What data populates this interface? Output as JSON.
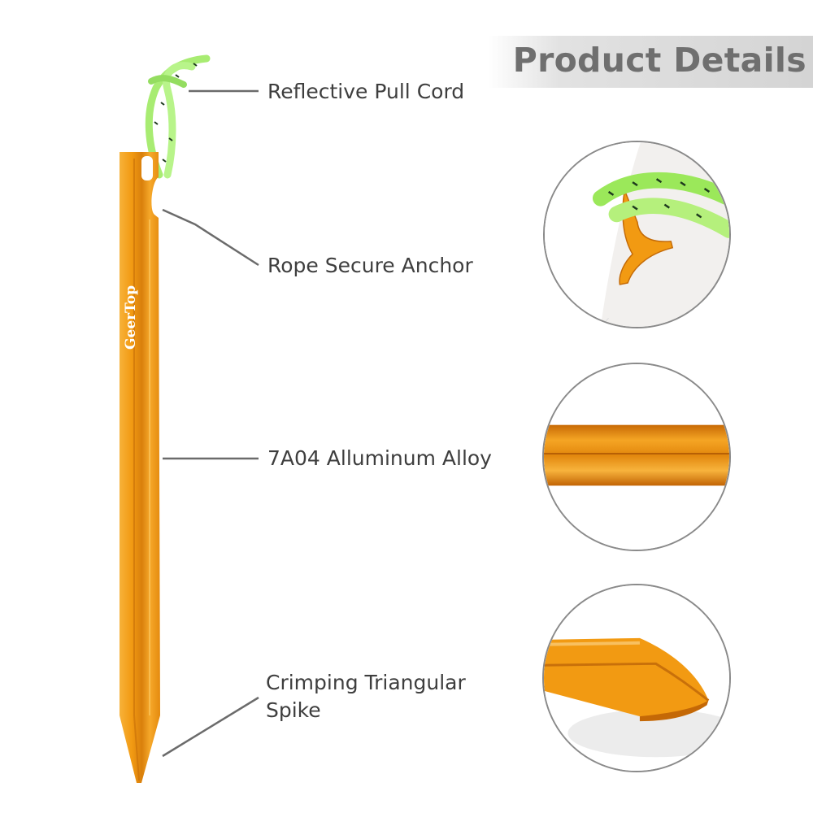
{
  "header": {
    "title": "Product Details"
  },
  "product": {
    "brand": "GeerTop"
  },
  "callouts": [
    {
      "label": "Reflective Pull Cord"
    },
    {
      "label": "Rope Secure Anchor"
    },
    {
      "label": "7A04 Alluminum Alloy"
    },
    {
      "label": "Crimping Triangular\nSpike"
    }
  ],
  "icons": [
    "tent-stake-icon",
    "pull-cord-icon",
    "anchor-hook-icon",
    "spike-tip-icon"
  ],
  "colors": {
    "stake_orange": "#f29a12",
    "stake_shadow": "#c9700a",
    "cord_green": "#aef07a",
    "banner_text": "#6f6f6f",
    "label_text": "#3e3e3e",
    "leader_line": "#6b6b6b",
    "circle_border": "#8a8a8a"
  }
}
